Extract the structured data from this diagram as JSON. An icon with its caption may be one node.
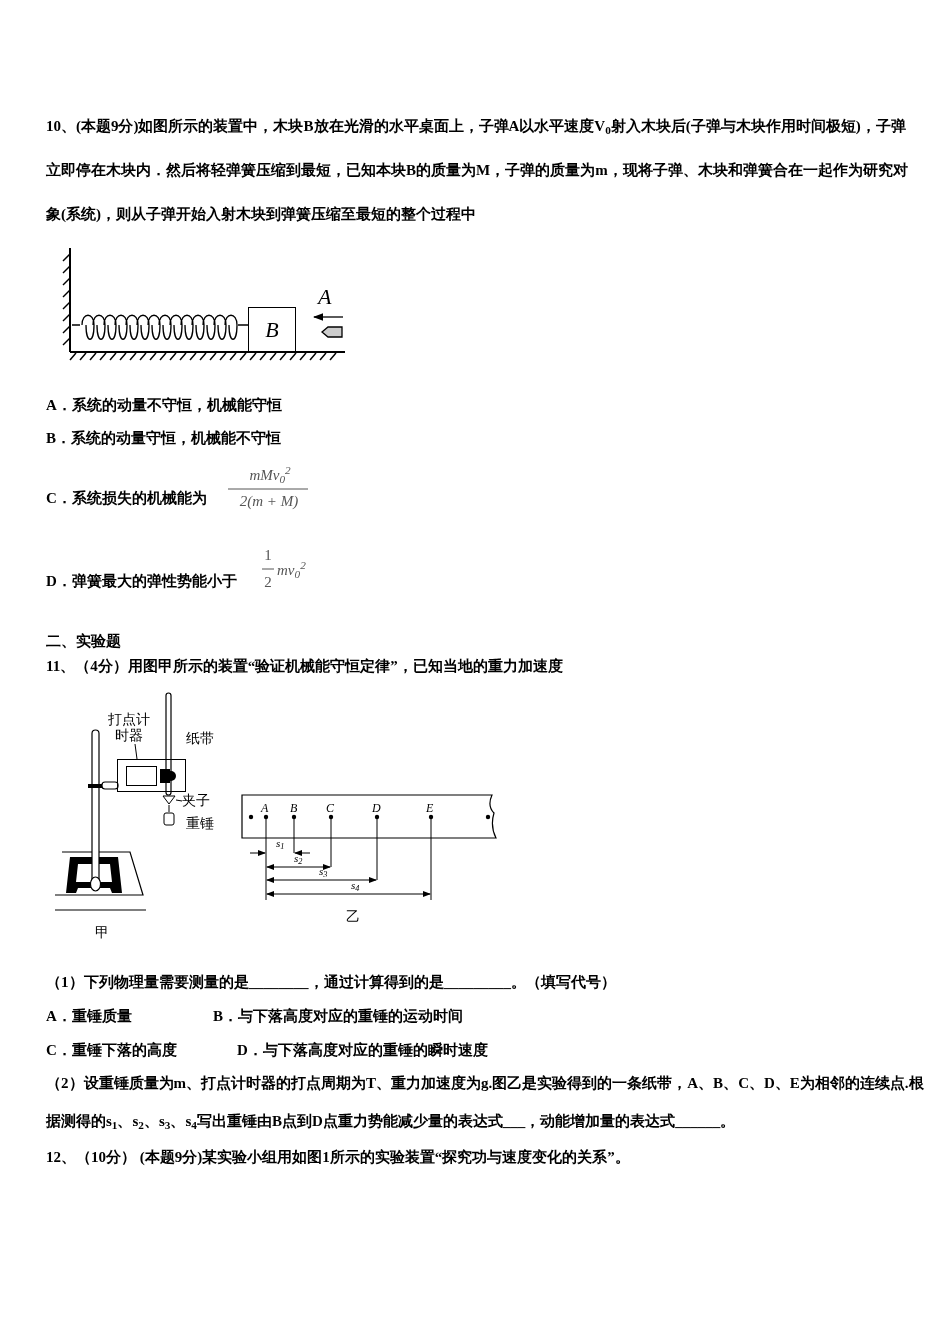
{
  "diagram": {
    "nodes": [
      {
        "text": [
          "B"
        ]
      },
      {
        "text": [
          "打点计时器"
        ]
      },
      {
        "text": [],
        "shape": "box"
      },
      {
        "text": [
          "夹子"
        ]
      },
      {
        "text": [],
        "shape": "picture"
      }
    ],
    "edges": [
      {
        "from": 1,
        "to": 2,
        "arrow": "none"
      },
      {
        "from": 3,
        "to": 4,
        "arrow": "none"
      }
    ],
    "labels": [
      "10、(本题9分)如图所示的装置中，木块**B**放在光滑的水平桌面上，子弹**A**以水平速度V$_{0}$射入木块后(子弹与木块作用时间极短)，子弹立即停在木块内．然后将轻弹簧压缩到最短，已知本块**B**的质量为**M**，子弹的质量为**m**，现将子弹、木块和弹簧合在一起作为研究对象(系统)，则从子弹开始入射木块到弹簧压缩至最短的整个过程中",
      "A",
      "A．系统的动量不守恒，机械能守恒",
      "B．系统的动量守恒，机械能不守恒",
      "C．系统损失的机械能为",
      "mMv$_{0}$$^{2}$",
      "2(m + M)",
      "D．弹簧最大的弹性势能小于",
      "1",
      "2",
      "mv$_{0}$$^{2}$",
      "二、实验题",
      "11、（4分）用图甲所示的装置“验证机械能守恒定律”，已知当地的重力加速度",
      "纸带",
      "重锤",
      "A",
      "B",
      "C",
      "D",
      "E",
      "s$_{1}$",
      "s$_{2}$",
      "s$_{3}$",
      "s$_{4}$",
      "甲",
      "乙",
      "（1）下列物理量需要测量的是________，通过计算得到的是_________。（填写代号）",
      "A．重锤质量",
      "B．与下落高度对应的重锤的运动时间",
      "C．重锤下落的高度",
      "D．与下落高度对应的重锤的瞬时速度",
      "（2）设重锤质量为**m**、打点计时器的打点周期为**T**、重力加速度为**g**.图乙是实验得到的一条纸带，**A**、**B**、**C**、**D**、**E**为相邻的连续点.根据测得的**s**$_{1}$、**s**$_{2}$、**s**$_{3}$、**s**$_{4}$写出重锤由**B**点到**D**点重力势能减少量的表达式___，动能增加量的表达式______。",
      "12、（10分） (本题9分)某实验小组用如图1所示的实验装置“探究功与速度变化的关系”。"
    ]
  }
}
